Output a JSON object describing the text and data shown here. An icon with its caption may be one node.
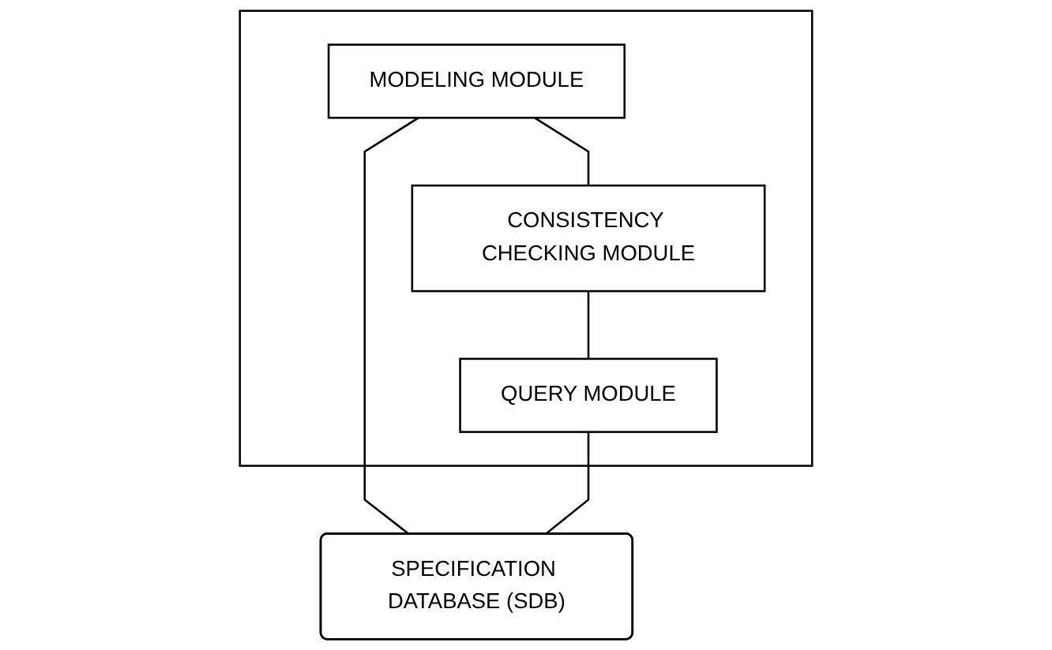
{
  "diagram": {
    "nodes": [
      {
        "text": [],
        "shape": "box"
      },
      {
        "text": [
          "MODELING MODULE"
        ],
        "in": 0
      },
      {
        "text": [
          "CONSISTENCY CHECKING MODULE"
        ],
        "in": 0
      },
      {
        "text": [
          "QUERY MODULE"
        ],
        "in": 0
      },
      {
        "text": [
          "SPECIFICATION DATABASE (SDB)"
        ]
      }
    ],
    "edges": [
      {
        "from": 1,
        "to": 2,
        "arrow": "none"
      },
      {
        "from": 2,
        "to": 3,
        "arrow": "none"
      },
      {
        "from": 1,
        "to": 4,
        "arrow": "none"
      },
      {
        "from": 3,
        "to": 4,
        "arrow": "none"
      }
    ]
  }
}
